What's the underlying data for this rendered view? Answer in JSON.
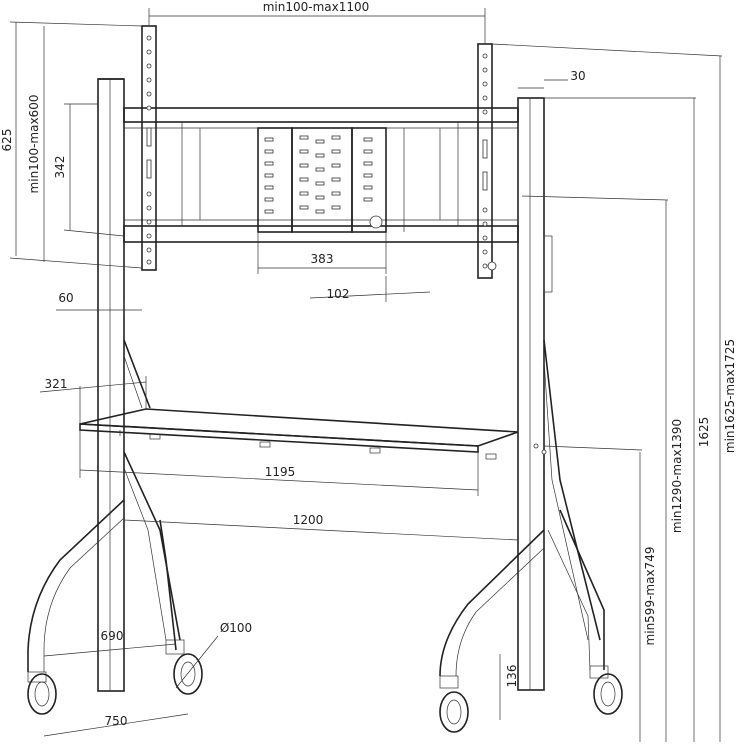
{
  "dimensions": {
    "bracket_width": "min100-max1100",
    "height_625": "625",
    "vertical_span": "min100-max600",
    "height_342": "342",
    "upright_depth_30": "30",
    "hole_spacing_383": "383",
    "offset_102": "102",
    "offset_60": "60",
    "shelf_depth_321": "321",
    "shelf_width_1195": "1195",
    "base_width_1200": "1200",
    "leg_spacing_690": "690",
    "wheel_diameter": "Ø100",
    "base_depth_750": "750",
    "clearance_136": "136",
    "shelf_height": "min599-max749",
    "center_height": "min1290-max1390",
    "upright_height": "1625",
    "overall_height": "min1625-max1725"
  },
  "colors": {
    "line": "#222222",
    "background": "#ffffff"
  }
}
